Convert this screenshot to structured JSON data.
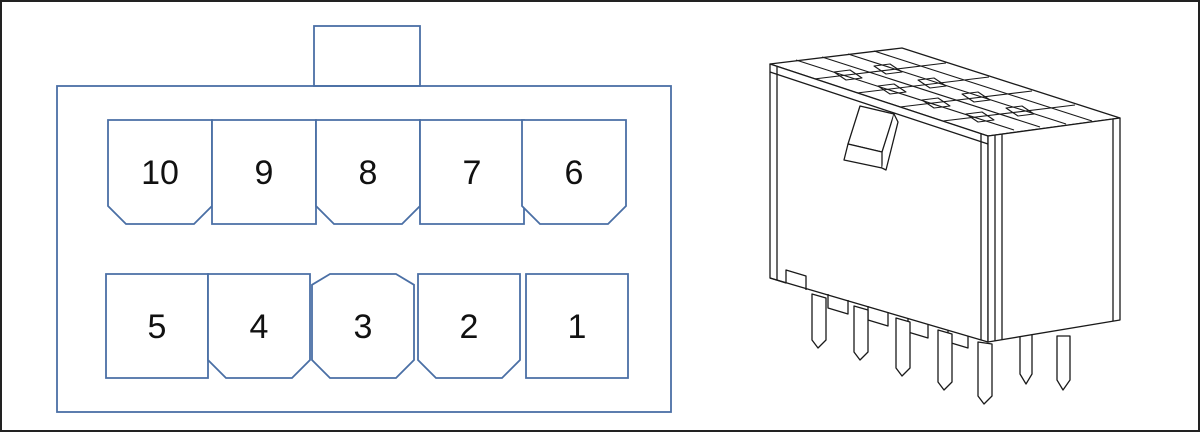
{
  "colors": {
    "outline": "#4a6fa5",
    "label": "#111111",
    "drawing": "#1a1a1a",
    "background": "#ffffff",
    "frame": "#222222"
  },
  "pinout": {
    "top_row": [
      {
        "label": "10",
        "shape": "chamfer-bottom"
      },
      {
        "label": "9",
        "shape": "square"
      },
      {
        "label": "8",
        "shape": "chamfer-bottom"
      },
      {
        "label": "7",
        "shape": "square"
      },
      {
        "label": "6",
        "shape": "chamfer-bottom"
      }
    ],
    "bottom_row": [
      {
        "label": "5",
        "shape": "square"
      },
      {
        "label": "4",
        "shape": "chamfer-bottom"
      },
      {
        "label": "3",
        "shape": "chamfer-both"
      },
      {
        "label": "2",
        "shape": "chamfer-bottom"
      },
      {
        "label": "1",
        "shape": "square"
      }
    ]
  },
  "connector_illustration": {
    "name": "10-pin connector isometric view",
    "pin_count": 10
  }
}
